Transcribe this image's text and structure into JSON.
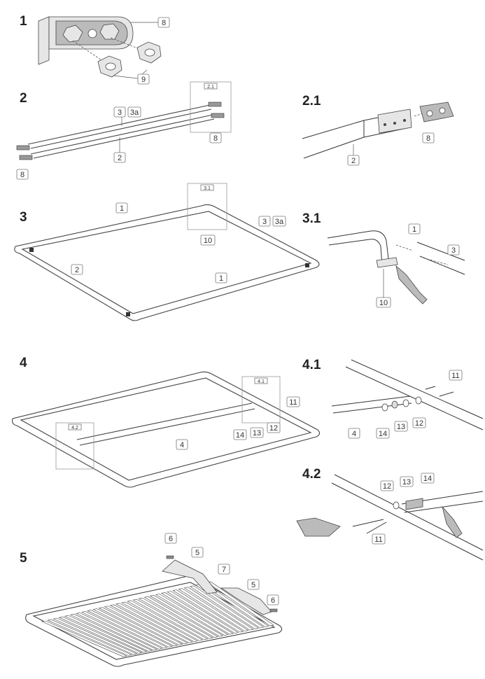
{
  "steps": {
    "s1": "1",
    "s2": "2",
    "s2_1": "2.1",
    "s3": "3",
    "s3_1": "3.1",
    "s4": "4",
    "s4_1": "4.1",
    "s4_2": "4.2",
    "s5": "5"
  },
  "callouts": {
    "c8": "8",
    "c9": "9",
    "c3_3a_a": "3",
    "c3_3a_b": "3a",
    "c2": "2",
    "c10": "10",
    "c1": "1",
    "c3": "3",
    "c4": "4",
    "c5": "5",
    "c6": "6",
    "c7": "7",
    "c11": "11",
    "c12": "12",
    "c13": "13",
    "c14": "14"
  },
  "detail_tags": {
    "d2_1": "2.1",
    "d3_1": "3.1",
    "d4_1": "4.1",
    "d4_2": "4.2"
  }
}
